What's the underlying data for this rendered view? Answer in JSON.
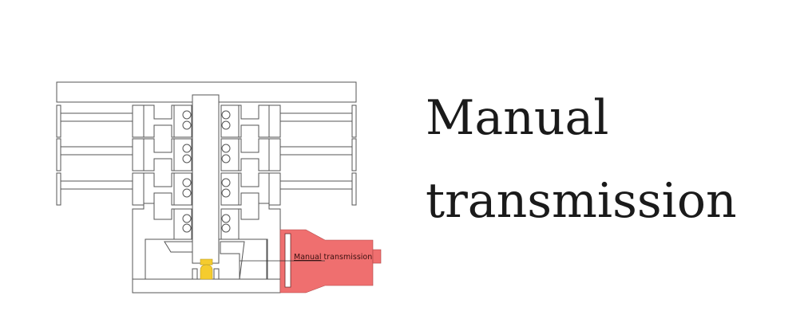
{
  "title": {
    "line1": "Manual",
    "line2": "transmission"
  },
  "diagram": {
    "label_underlined": "Manual",
    "label_rest": " transmission",
    "colors": {
      "housing": "#ef6f6f",
      "pilot_bearing": "#f5cc2e",
      "stroke": "#555555"
    }
  }
}
